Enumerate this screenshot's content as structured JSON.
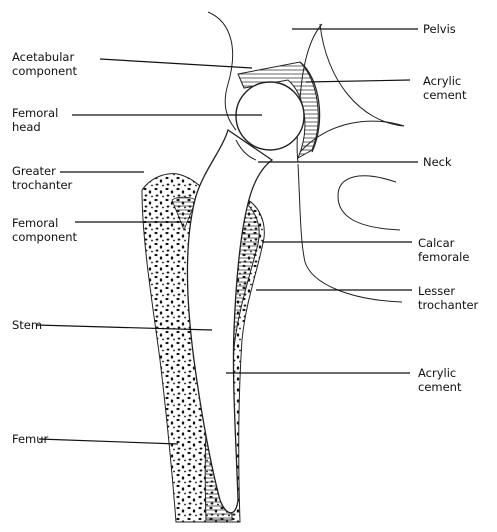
{
  "labels": {
    "acetabular_component": [
      "Acetabular",
      "component"
    ],
    "femoral_head": [
      "Femoral",
      "head"
    ],
    "greater_trochanter": [
      "Greater",
      "trochanter"
    ],
    "femoral_component": [
      "Femoral",
      "component"
    ],
    "stem": "Stem",
    "femur": "Femur",
    "pelvis": "Pelvis",
    "acrylic_cement_upper": [
      "Acrylic",
      "cement"
    ],
    "neck": "Neck",
    "calcar_femorale": [
      "Calcar",
      "femorale"
    ],
    "lesser_trochanter": [
      "Lesser",
      "trochanter"
    ],
    "acrylic_cement_lower": [
      "Acrylic",
      "cement"
    ]
  }
}
